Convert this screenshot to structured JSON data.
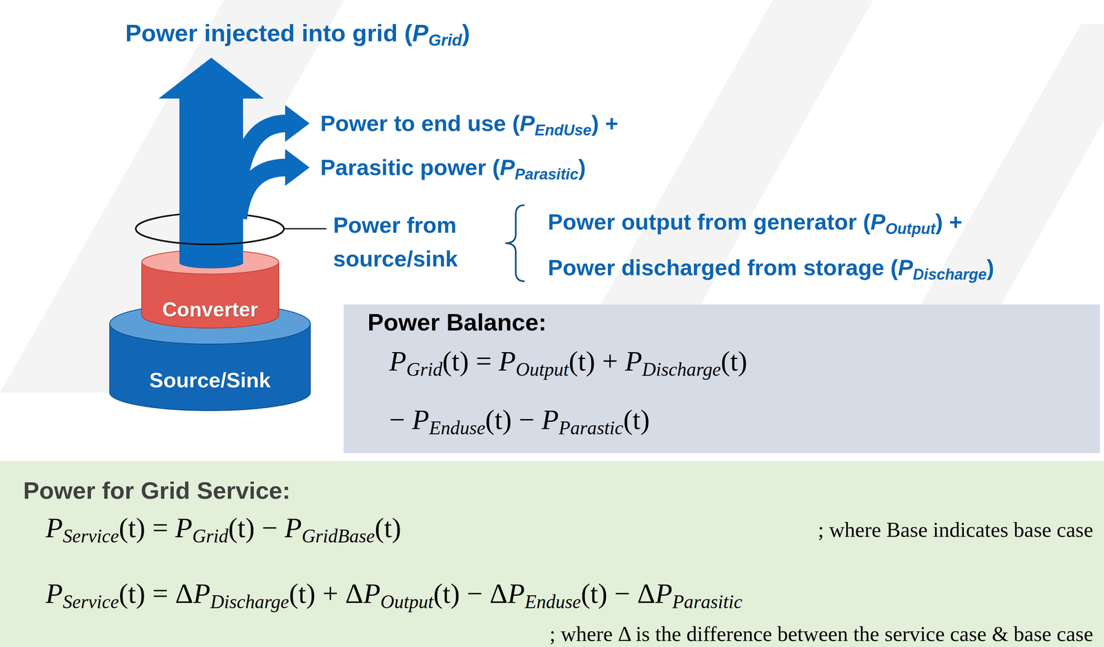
{
  "diagram": {
    "nodes": [
      {
        "text": [
          "Converter"
        ]
      },
      {
        "text": [
          "Source/Sink"
        ]
      },
      {
        "text": [
          "Power Balance:",
          "PGrid(t) = POutput(t) + PDischarge(t) − PEnduse(t) − PParastic(t)"
        ]
      },
      {
        "text": [
          "Power for Grid Service:",
          "PService(t) = PGrid(t) − PGridBase(t)",
          "; where Base indicates base case",
          "PService(t) = ΔPDischarge(t) + ΔPOutput(t) − ΔPEnduse(t) − ΔPParasitic",
          "; where Δ is the difference between the service case & base case"
        ]
      }
    ],
    "labels": [
      "Power injected into grid (PGrid)",
      "Power to end use (PEndUse) +",
      "Parasitic power (PParasitic)",
      "Power from source/sink",
      "Power output from generator (POutput) +",
      "Power discharged from storage (PDischarge)"
    ]
  }
}
